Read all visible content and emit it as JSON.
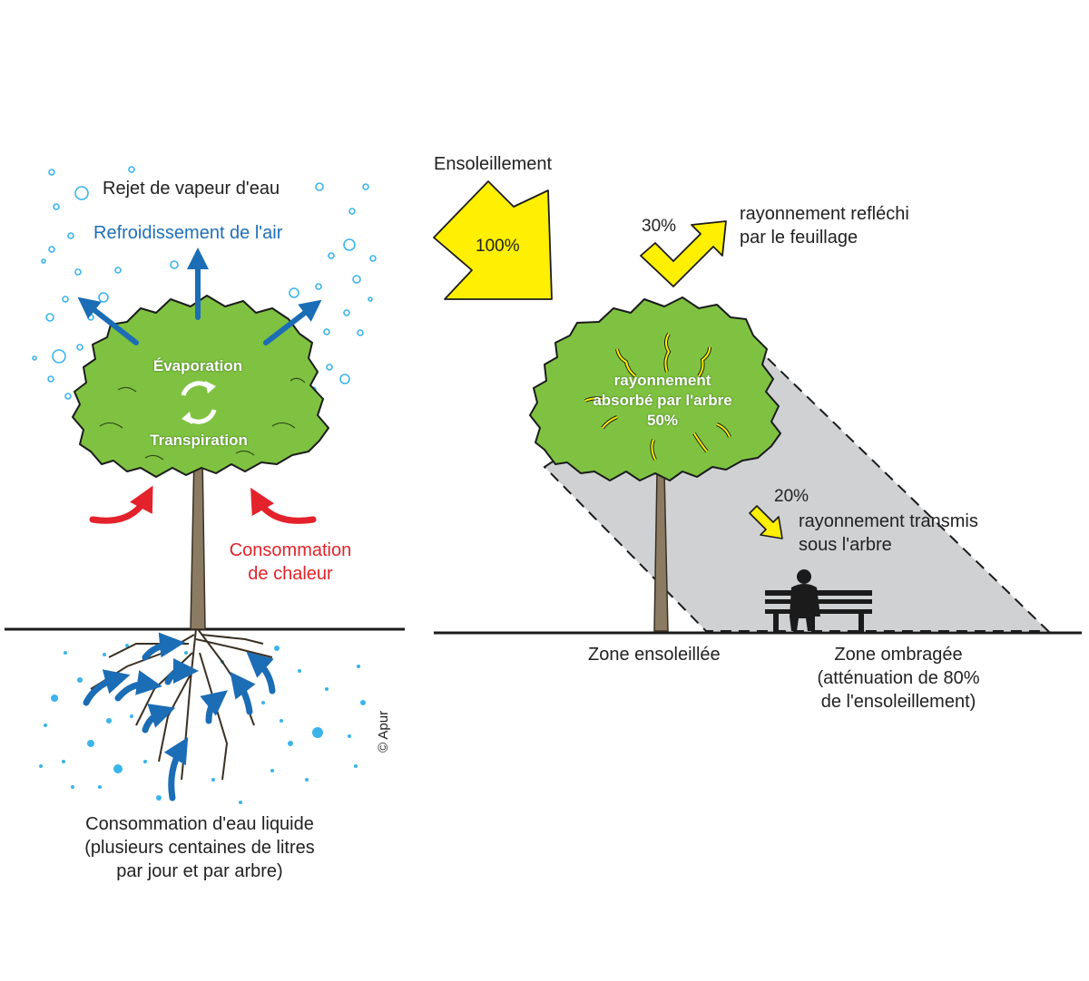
{
  "colors": {
    "foliage": "#7fc241",
    "foliage_outline": "#1b1b1b",
    "trunk": "#8a7b62",
    "water_arrow": "#1b6db5",
    "heat_arrow": "#e3222b",
    "sun_arrow": "#ffef00",
    "shade": "#cfd1d3",
    "droplet": "#3bb4ea"
  },
  "left": {
    "vapour_label": "Rejet de vapeur d'eau",
    "cooling_label": "Refroidissement de l'air",
    "evaporation_label": "Évaporation",
    "transpiration_label": "Transpiration",
    "heat_line1": "Consommation",
    "heat_line2": "de chaleur",
    "water_line1": "Consommation d'eau liquide",
    "water_line2": "(plusieurs centaines de litres",
    "water_line3": "par jour et par arbre)",
    "copyright": "© Apur"
  },
  "right": {
    "sun_label": "Ensoleillement",
    "sun_percent": "100%",
    "reflect_percent": "30%",
    "reflect_line1": "rayonnement refléchi",
    "reflect_line2": "par le feuillage",
    "absorb_line1": "rayonnement",
    "absorb_line2": "absorbé par l'arbre",
    "absorb_percent": "50%",
    "transmit_percent": "20%",
    "transmit_line1": "rayonnement transmis",
    "transmit_line2": "sous l'arbre",
    "sunny_zone": "Zone ensoleillée",
    "shade_line1": "Zone ombragée",
    "shade_line2": "(atténuation de 80%",
    "shade_line3": "de l'ensoleillement)"
  }
}
